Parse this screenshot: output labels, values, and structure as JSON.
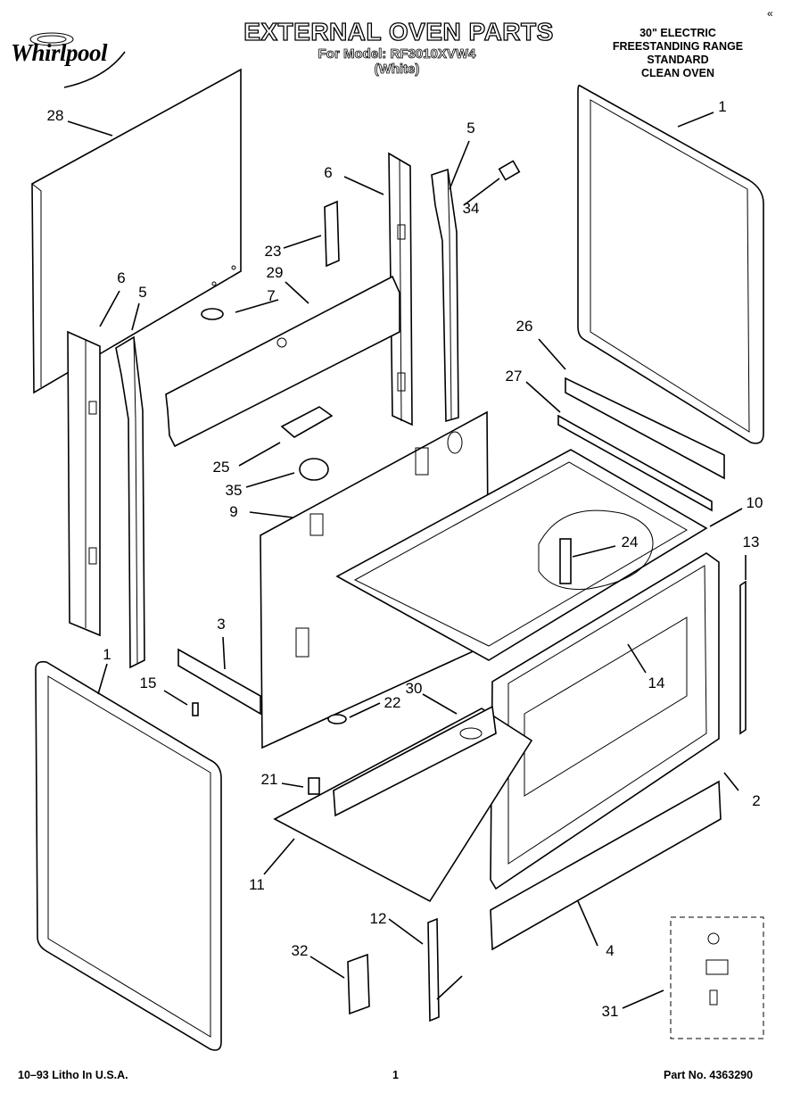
{
  "header": {
    "brand": "Whirlpool",
    "title": "EXTERNAL OVEN PARTS",
    "model_line": "For Model: RF3010XVW4",
    "color_line": "(White)",
    "spec_lines": [
      "30\" ELECTRIC",
      "FREESTANDING RANGE",
      "STANDARD",
      "CLEAN OVEN"
    ],
    "corner_mark": "«"
  },
  "callouts": [
    "1",
    "1",
    "2",
    "3",
    "4",
    "5",
    "5",
    "6",
    "6",
    "7",
    "9",
    "10",
    "11",
    "12",
    "13",
    "14",
    "15",
    "21",
    "22",
    "23",
    "24",
    "25",
    "26",
    "27",
    "28",
    "29",
    "30",
    "31",
    "32",
    "34",
    "35"
  ],
  "footer": {
    "litho": "10–93  Litho In U.S.A.",
    "page": "1",
    "part_no": "Part No. 4363290"
  }
}
